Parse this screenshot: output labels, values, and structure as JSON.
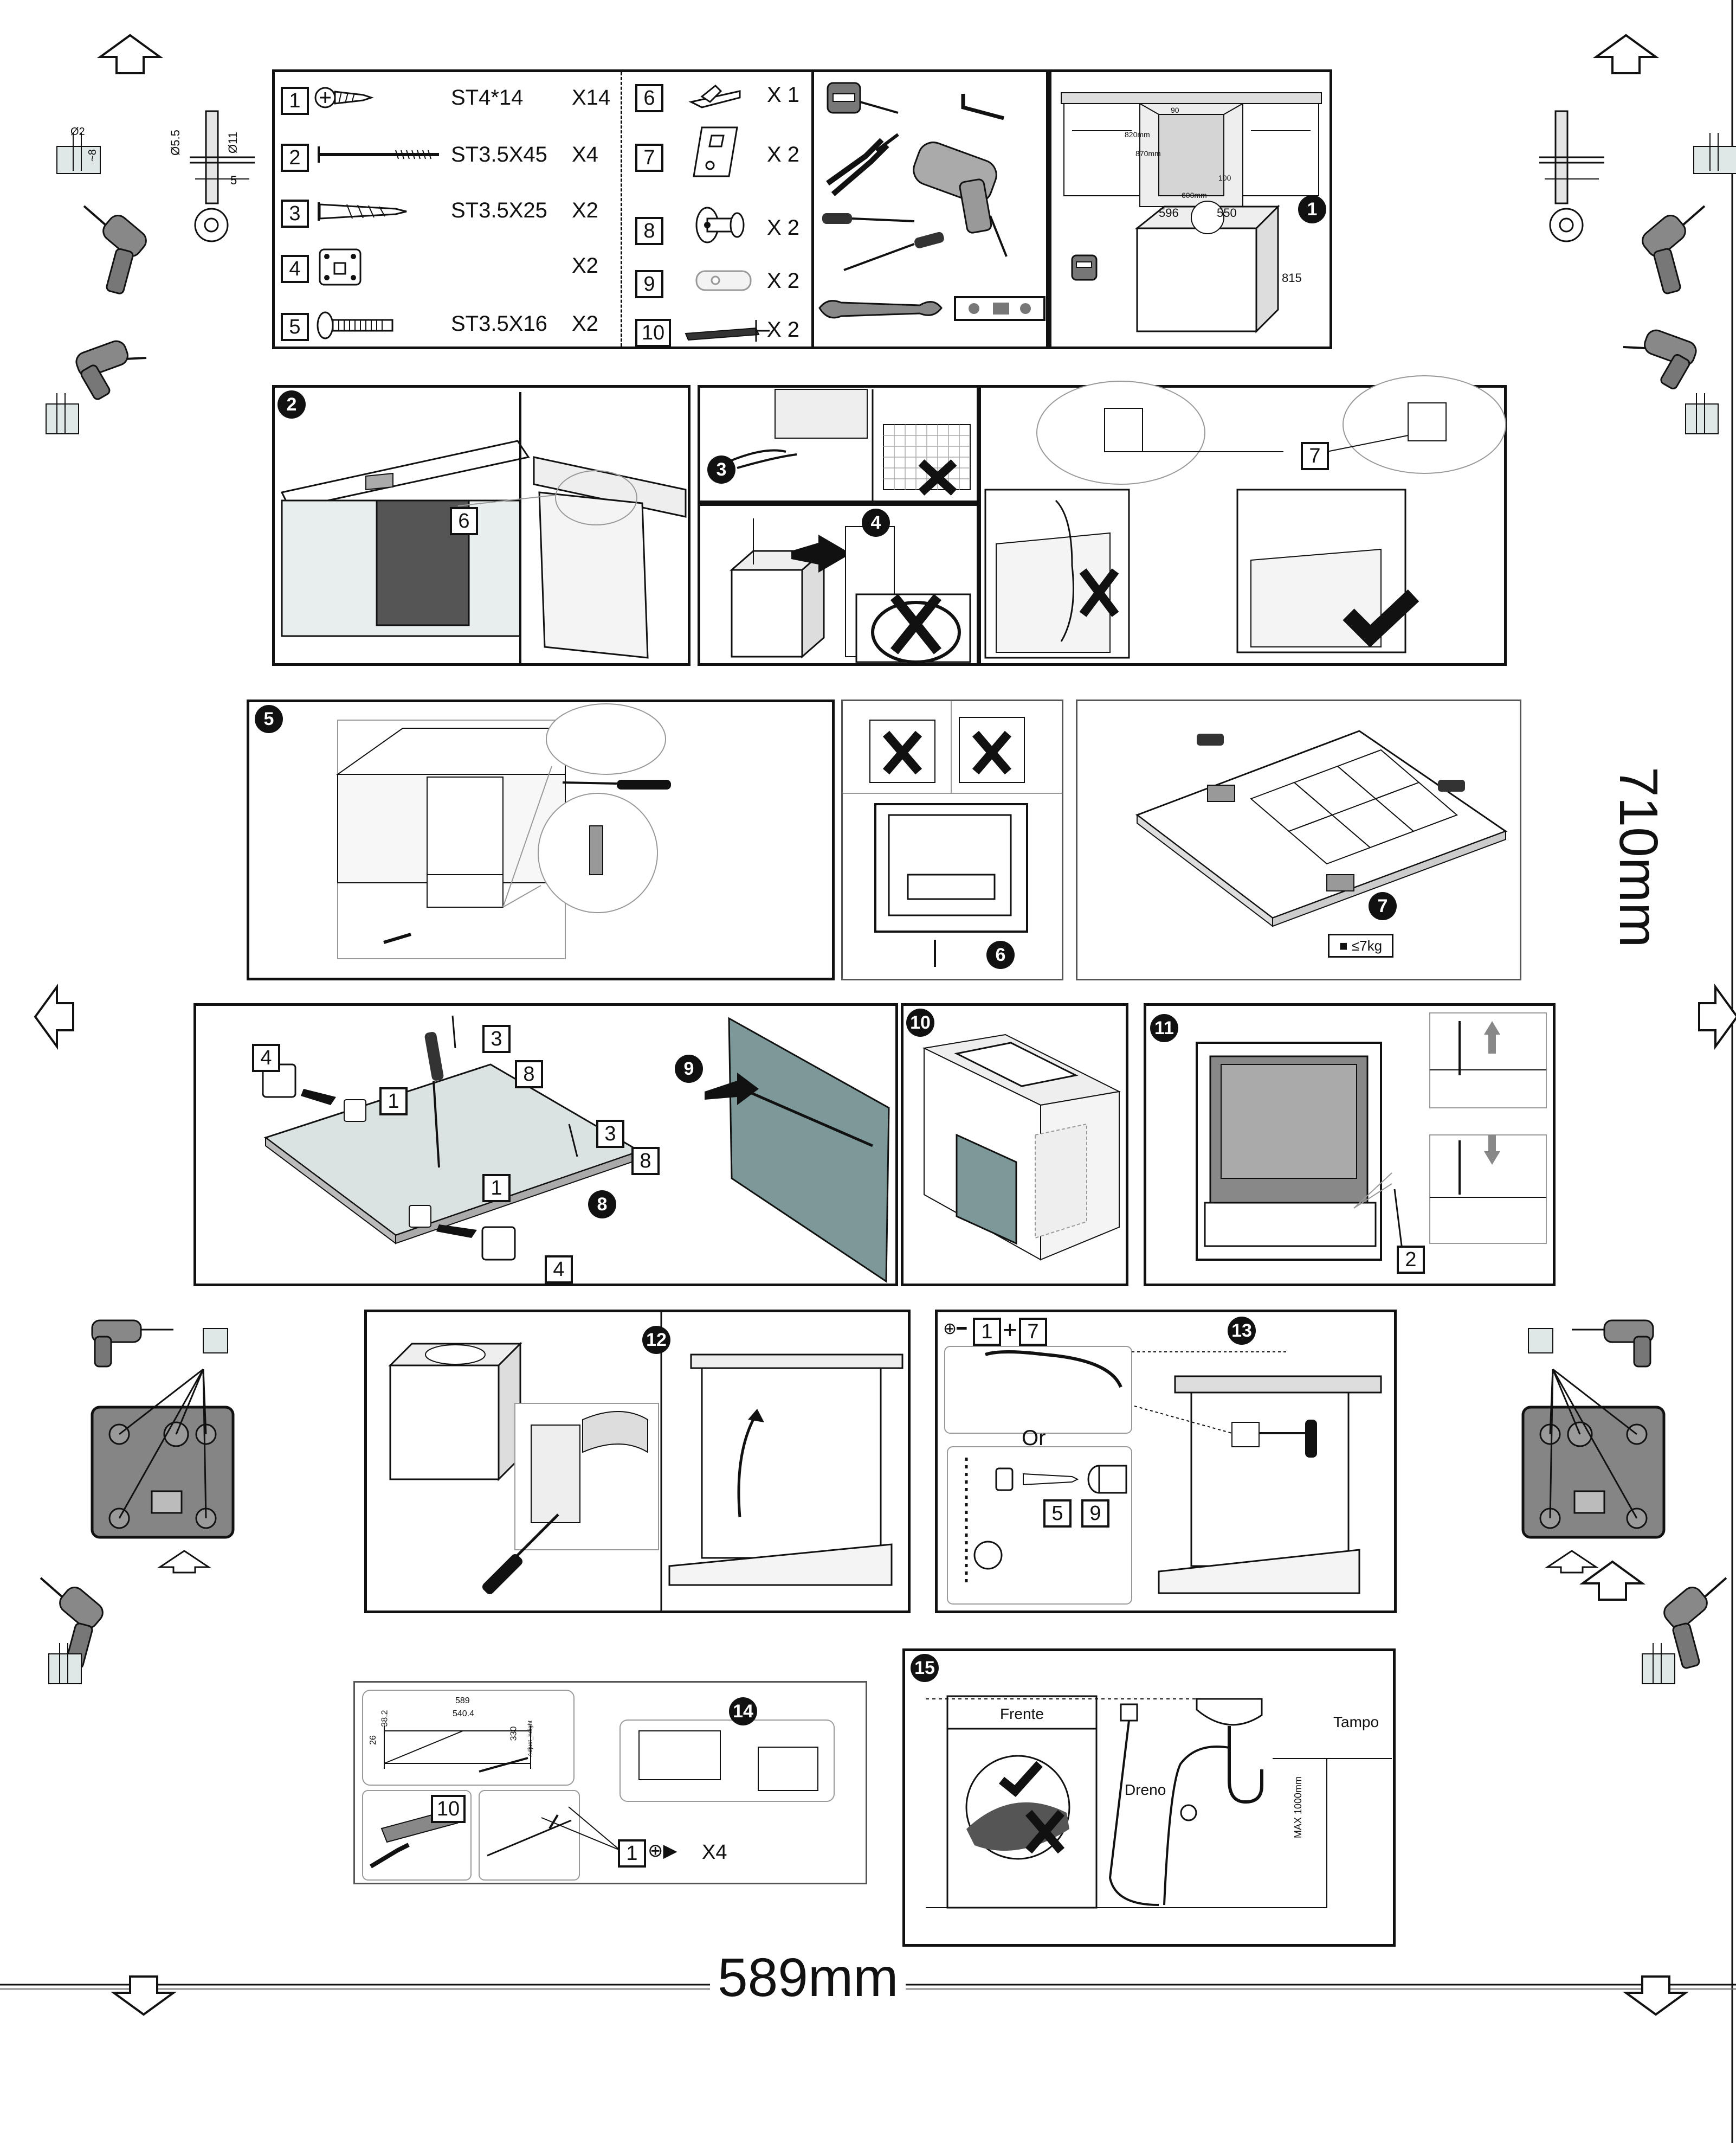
{
  "dimensions": {
    "width_label": "589mm",
    "height_label": "710mm"
  },
  "parts": [
    {
      "num": "1",
      "spec": "ST4*14",
      "qty": "X14"
    },
    {
      "num": "2",
      "spec": "ST3.5X45",
      "qty": "X4"
    },
    {
      "num": "3",
      "spec": "ST3.5X25",
      "qty": "X2"
    },
    {
      "num": "4",
      "spec": "",
      "qty": "X2"
    },
    {
      "num": "5",
      "spec": "ST3.5X16",
      "qty": "X2"
    },
    {
      "num": "6",
      "spec": "",
      "qty": "X 1"
    },
    {
      "num": "7",
      "spec": "",
      "qty": "X 2"
    },
    {
      "num": "8",
      "spec": "",
      "qty": "X 2"
    },
    {
      "num": "9",
      "spec": "",
      "qty": "X 2"
    },
    {
      "num": "10",
      "spec": "",
      "qty": "X 2"
    }
  ],
  "side_dims": {
    "d1": "Ø5.5",
    "d2": "Ø11",
    "d3": "5",
    "hole_d": "Ø2",
    "hole_depth": "~8"
  },
  "step1": {
    "num": "1",
    "w": "596",
    "d": "550",
    "h": "815",
    "niche_w": "600mm",
    "niche_h1": "820mm",
    "niche_h2": "870mm",
    "niche_gap": "90",
    "niche_gap2": "100"
  },
  "step2": {
    "num": "2",
    "part": "6"
  },
  "step3": {
    "num": "3"
  },
  "step4": {
    "num": "4"
  },
  "step_right_top": {
    "part": "7"
  },
  "step5": {
    "num": "5"
  },
  "step6": {
    "num": "6"
  },
  "step7": {
    "num": "7",
    "weight": "≤7kg"
  },
  "step8": {
    "num": "8",
    "parts": [
      "4",
      "1",
      "3",
      "8",
      "3",
      "8",
      "1",
      "4"
    ]
  },
  "step9": {
    "num": "9"
  },
  "step10": {
    "num": "10"
  },
  "step11": {
    "num": "11",
    "part": "2"
  },
  "step12": {
    "num": "12"
  },
  "step13": {
    "num": "13",
    "p1": "1",
    "plus": "+",
    "p7": "7",
    "or": "Or",
    "p5": "5",
    "p9": "9"
  },
  "step14": {
    "num": "14",
    "d589": "589",
    "d540": "540.4",
    "d26": "26",
    "d38": "38.2",
    "d330": "330",
    "p10": "10",
    "p1": "1",
    "x4": "X4",
    "small_label": "Adjust_height"
  },
  "step15": {
    "num": "15",
    "frente": "Frente",
    "tampo": "Tampo",
    "dreno": "Dreno",
    "max": "MAX 1000mm"
  }
}
